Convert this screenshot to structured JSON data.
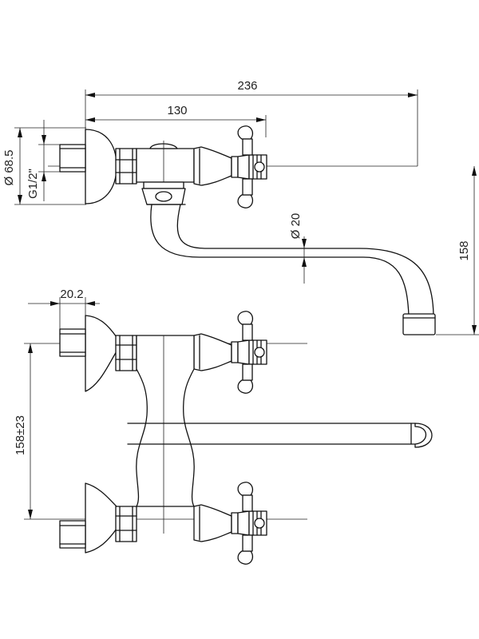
{
  "dimensions": {
    "overall_width": "236",
    "handle_reach": "130",
    "diameter_flange": "Ø 68.5",
    "thread": "G1/2\"",
    "spout_diameter": "Ø 20",
    "spout_height": "158",
    "inlet_offset": "20.2",
    "centre_distance": "158±23"
  }
}
